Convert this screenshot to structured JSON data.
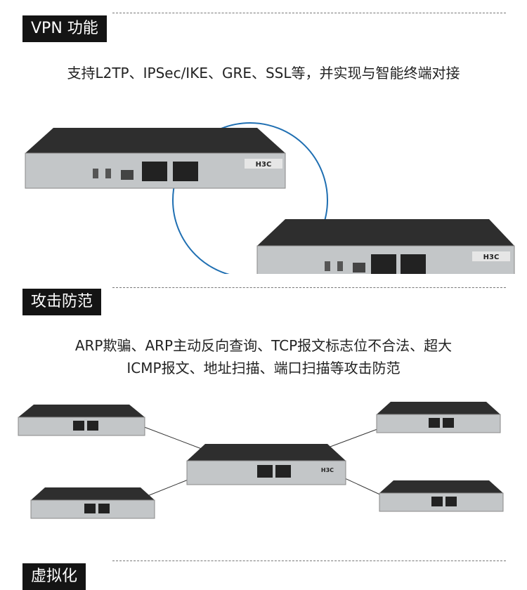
{
  "sections": [
    {
      "title": "VPN 功能",
      "desc": [
        "支持L2TP、IPSec/IKE、GRE、SSL等，并实现与智能终端对接"
      ]
    },
    {
      "title": "攻击防范",
      "desc": [
        "ARP欺骗、ARP主动反向查询、TCP报文标志位不合法、超大",
        "ICMP报文、地址扫描、端口扫描等攻击防范"
      ]
    },
    {
      "title": "虚拟化",
      "desc": []
    }
  ],
  "device": {
    "brand": "H3C"
  },
  "colors": {
    "tag_bg": "#141414",
    "circle": "#1f6fb2",
    "chassis_top": "#2b2b2b",
    "panel": "#bfc2c4"
  }
}
